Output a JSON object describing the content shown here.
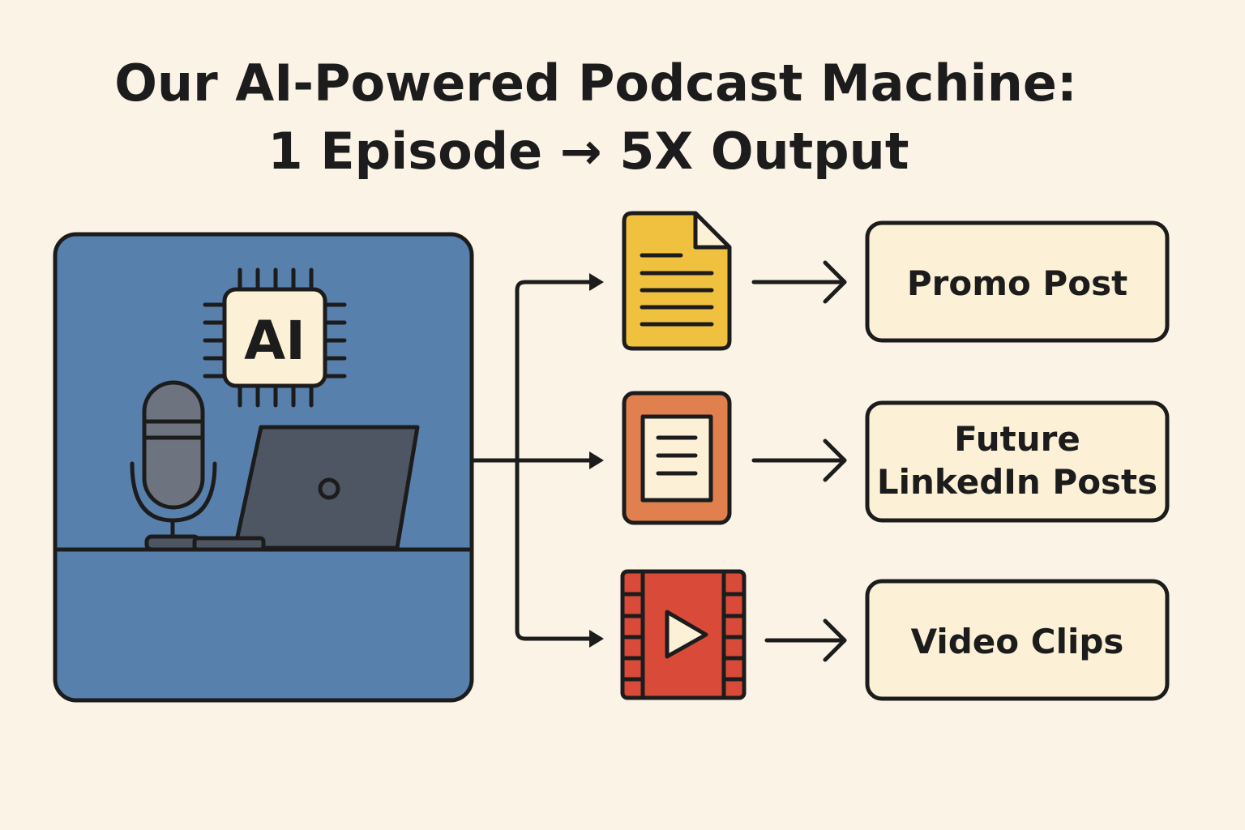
{
  "title": {
    "line1": "Our AI-Powered Podcast Machine:",
    "line2": "1 Episode → 5X Output"
  },
  "studio": {
    "chip_label": "AI"
  },
  "outputs": [
    {
      "icon": "document-icon",
      "label_lines": [
        "Promo Post"
      ]
    },
    {
      "icon": "article-icon",
      "label_lines": [
        "Future",
        "LinkedIn Posts"
      ]
    },
    {
      "icon": "video-play-icon",
      "label_lines": [
        "Video Clips"
      ]
    }
  ],
  "colors": {
    "background": "#fbf3e6",
    "studio_blue": "#5880ad",
    "document_yellow": "#efc13e",
    "article_orange": "#e0804f",
    "video_red": "#d94b38",
    "output_box_fill": "#fcf1d6",
    "ink": "#1c1c1c",
    "mic_gray": "#6d7480",
    "laptop_gray": "#4f5663"
  }
}
